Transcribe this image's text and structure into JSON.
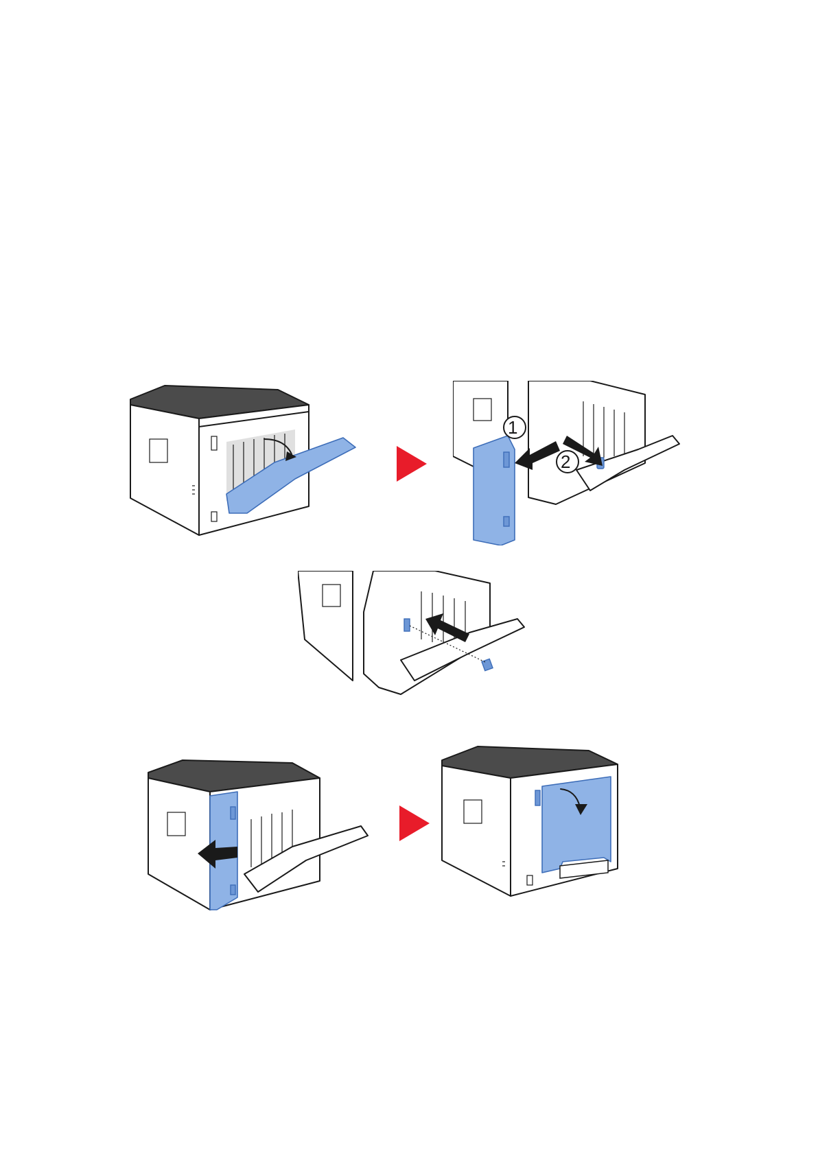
{
  "document": {
    "figures": [
      {
        "id": "printer-open-rear-cover",
        "callouts": []
      },
      {
        "id": "remove-side-panel-and-pin",
        "callouts": [
          "1",
          "2"
        ]
      },
      {
        "id": "insert-pin",
        "callouts": []
      },
      {
        "id": "reattach-side-panel",
        "callouts": []
      },
      {
        "id": "close-rear-cover",
        "callouts": []
      }
    ],
    "colors": {
      "highlight_blue": "#8fb3e6",
      "step_arrow_red": "#e81c2a",
      "printer_top": "#4b4b4b"
    }
  }
}
